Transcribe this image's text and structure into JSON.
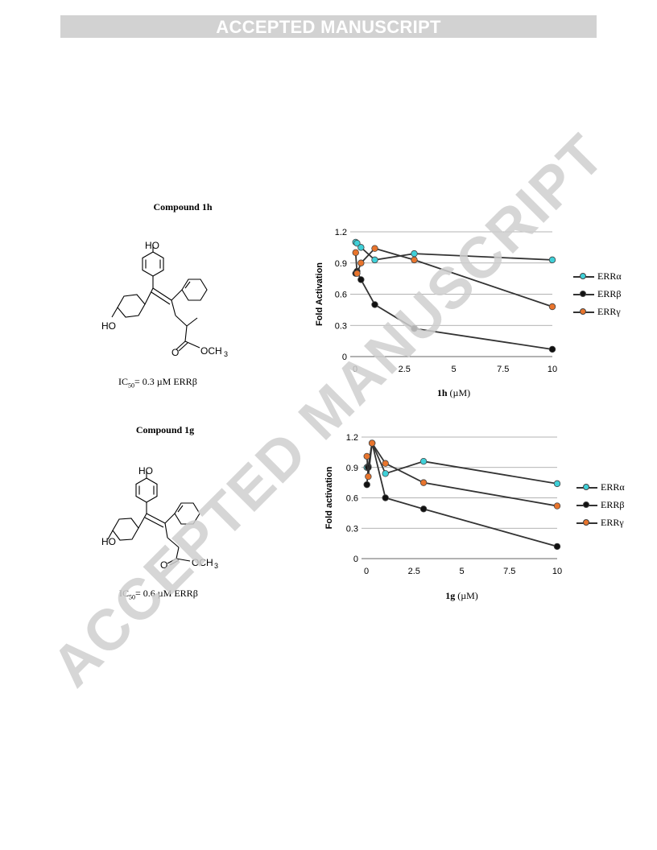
{
  "banner": "ACCEPTED MANUSCRIPT",
  "watermark": "ACCEPTED MANUSCRIPT",
  "compounds": [
    {
      "title": "Compound 1h",
      "ic50_prefix": "IC",
      "ic50_sub": "50",
      "ic50_rest": "= 0.3 µM ERRβ",
      "atoms": {
        "oh1": "HO",
        "oh2": "HO",
        "o": "O",
        "och3": "OCH",
        "sub3": "3"
      }
    },
    {
      "title": "Compound 1g",
      "ic50_prefix": "IC",
      "ic50_sub": "50",
      "ic50_rest": "= 0.6 µM ERRβ",
      "atoms": {
        "oh1": "HO",
        "oh2": "HO",
        "o": "O",
        "och3": "OCH",
        "sub3": "3"
      }
    }
  ],
  "chart_data": [
    {
      "type": "line",
      "ylabel": "Fold Activation",
      "xlabel_bold": "1h",
      "xlabel_rest": " (µM)",
      "xlim": [
        0,
        10
      ],
      "ylim": [
        0,
        1.2
      ],
      "xticks": [
        "0",
        "2.5",
        "5",
        "7.5",
        "10"
      ],
      "yticks": [
        "0",
        "0.3",
        "0.6",
        "0.9",
        "1.2"
      ],
      "grid": true,
      "legend_position": "right",
      "series": [
        {
          "name": "ERRα",
          "color": "#3fd0d8",
          "x": [
            0.03,
            0.1,
            0.3,
            1,
            3,
            10
          ],
          "y": [
            1.1,
            1.09,
            1.05,
            0.93,
            0.99,
            0.93
          ]
        },
        {
          "name": "ERRβ",
          "color": "#111111",
          "x": [
            0.03,
            0.1,
            0.3,
            1,
            3,
            10
          ],
          "y": [
            0.8,
            0.82,
            0.74,
            0.5,
            0.27,
            0.07
          ]
        },
        {
          "name": "ERRγ",
          "color": "#e8742c",
          "x": [
            0.03,
            0.1,
            0.3,
            1,
            3,
            10
          ],
          "y": [
            1.0,
            0.8,
            0.9,
            1.04,
            0.93,
            0.48
          ]
        }
      ]
    },
    {
      "type": "line",
      "ylabel": "Fold activation",
      "xlabel_bold": "1g",
      "xlabel_rest": " (µM)",
      "xlim": [
        0,
        10
      ],
      "ylim": [
        0,
        1.2
      ],
      "xticks": [
        "0",
        "2.5",
        "5",
        "7.5",
        "10"
      ],
      "yticks": [
        "0",
        "0.3",
        "0.6",
        "0.9",
        "1.2"
      ],
      "grid": true,
      "legend_position": "right",
      "series": [
        {
          "name": "ERRα",
          "color": "#3fd0d8",
          "x": [
            0.03,
            0.1,
            0.3,
            1,
            3,
            10
          ],
          "y": [
            0.9,
            0.91,
            1.14,
            0.84,
            0.96,
            0.74
          ]
        },
        {
          "name": "ERRβ",
          "color": "#111111",
          "x": [
            0.03,
            0.1,
            0.3,
            1,
            3,
            10
          ],
          "y": [
            0.73,
            0.9,
            1.14,
            0.6,
            0.49,
            0.12
          ]
        },
        {
          "name": "ERRγ",
          "color": "#e8742c",
          "x": [
            0.03,
            0.1,
            0.3,
            1,
            3,
            10
          ],
          "y": [
            1.01,
            0.81,
            1.14,
            0.94,
            0.75,
            0.52
          ]
        }
      ]
    }
  ]
}
